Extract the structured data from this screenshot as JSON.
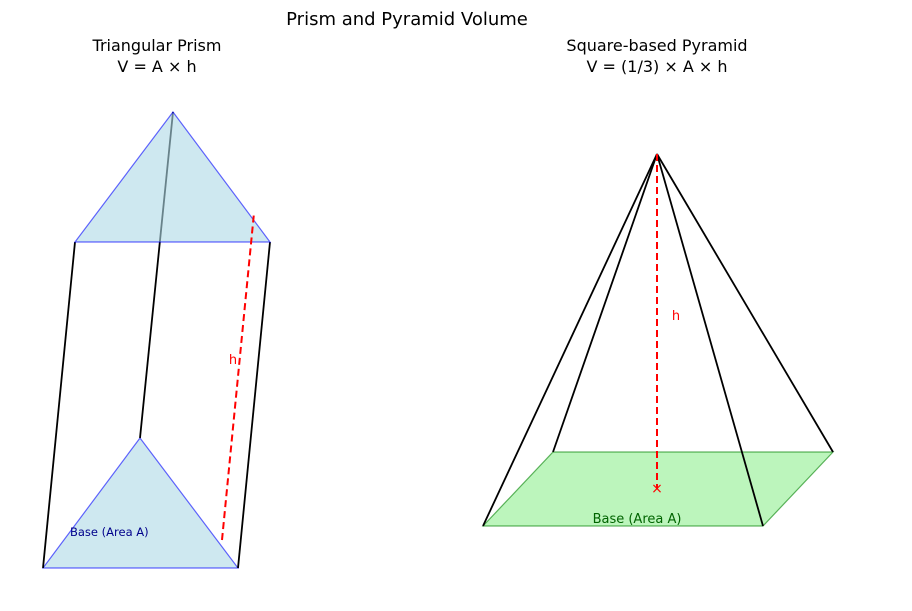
{
  "figure": {
    "title": "Prism and Pyramid Volume"
  },
  "prism": {
    "title": "Triangular Prism",
    "formula": "V = A × h",
    "base_label": "Base (Area A)",
    "height_label": "h",
    "base_fill": "#add8e6",
    "base_edge": "#0000ff",
    "height_color": "#ff0000"
  },
  "pyramid": {
    "title": "Square-based Pyramid",
    "formula": "V = (1/3) × A × h",
    "base_label": "Base (Area A)",
    "height_label": "h",
    "foot_marker": "×",
    "base_fill": "#90ee90",
    "base_edge": "#008000",
    "height_color": "#ff0000"
  }
}
